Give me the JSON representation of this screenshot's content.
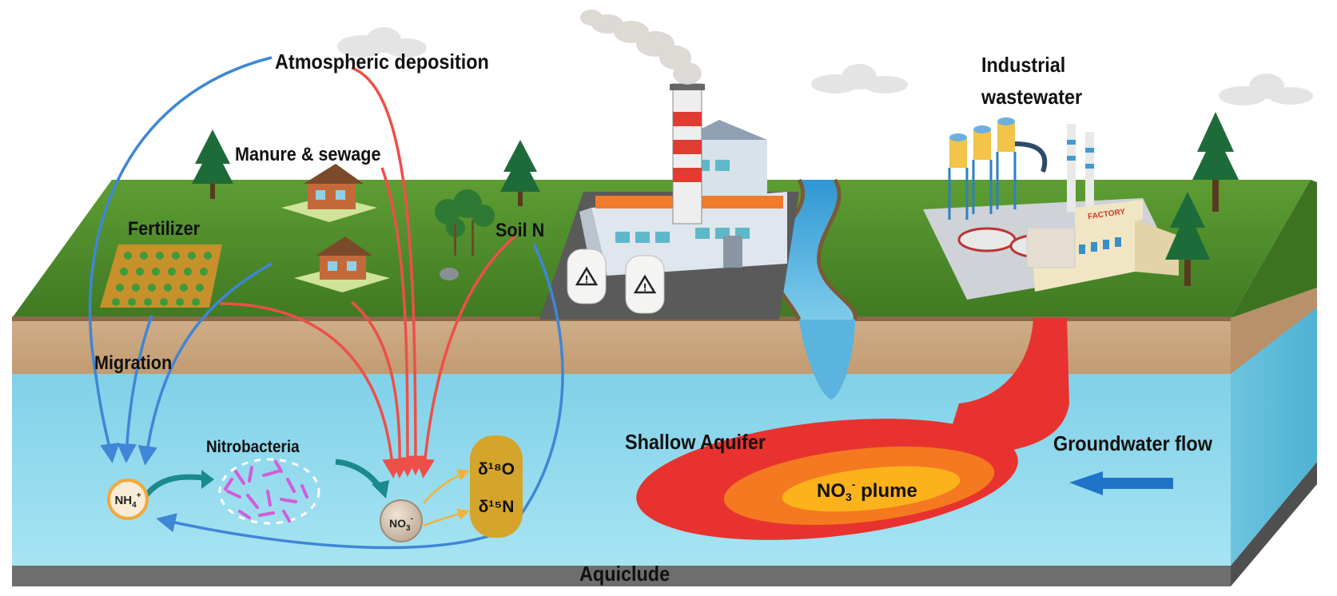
{
  "labels": {
    "atmospheric_deposition": "Atmospheric  deposition",
    "manure_sewage": "Manure & sewage",
    "fertilizer": "Fertilizer",
    "soil_n": "Soil N",
    "migration": "Migration",
    "industrial_line1": "Industrial",
    "industrial_line2": "wastewater",
    "nitrobacteria": "Nitrobacteria",
    "shallow_aquifer": "Shallow Aquifer",
    "groundwater_flow": "Groundwater flow",
    "aquiclude": "Aquiclude",
    "factory_sign": "FACTORY"
  },
  "chem": {
    "nh4_base": "NH",
    "nh4_sub": "4",
    "nh4_sup": "+",
    "no3_base": "NO",
    "no3_sub": "3",
    "no3_sup": "-",
    "d18o": "δ¹⁸O",
    "d15n": "δ¹⁵N",
    "plume_base": "NO",
    "plume_sub": "3",
    "plume_sup": "-",
    "plume_rest": " plume"
  },
  "colors": {
    "sky": "#ffffff",
    "grass": "#4f8e2b",
    "soil": "#c9a67f",
    "water": "#8fd6ea",
    "aquiclude": "#6e6e6e",
    "blue_arrow": "#3f86d6",
    "red_arrow": "#ee4f48",
    "plume_outer": "#e8322f",
    "plume_mid": "#f47920",
    "plume_inner": "#fbb21b",
    "isotope_box": "#d4a52a",
    "teal_arrow": "#1a8a8c",
    "flow_arrow": "#1f74c9"
  },
  "icons": [
    "tree-icon",
    "house-icon",
    "field-icon",
    "factory-icon",
    "power-plant-icon",
    "hazard-icon",
    "cloud-icon",
    "river-icon"
  ]
}
